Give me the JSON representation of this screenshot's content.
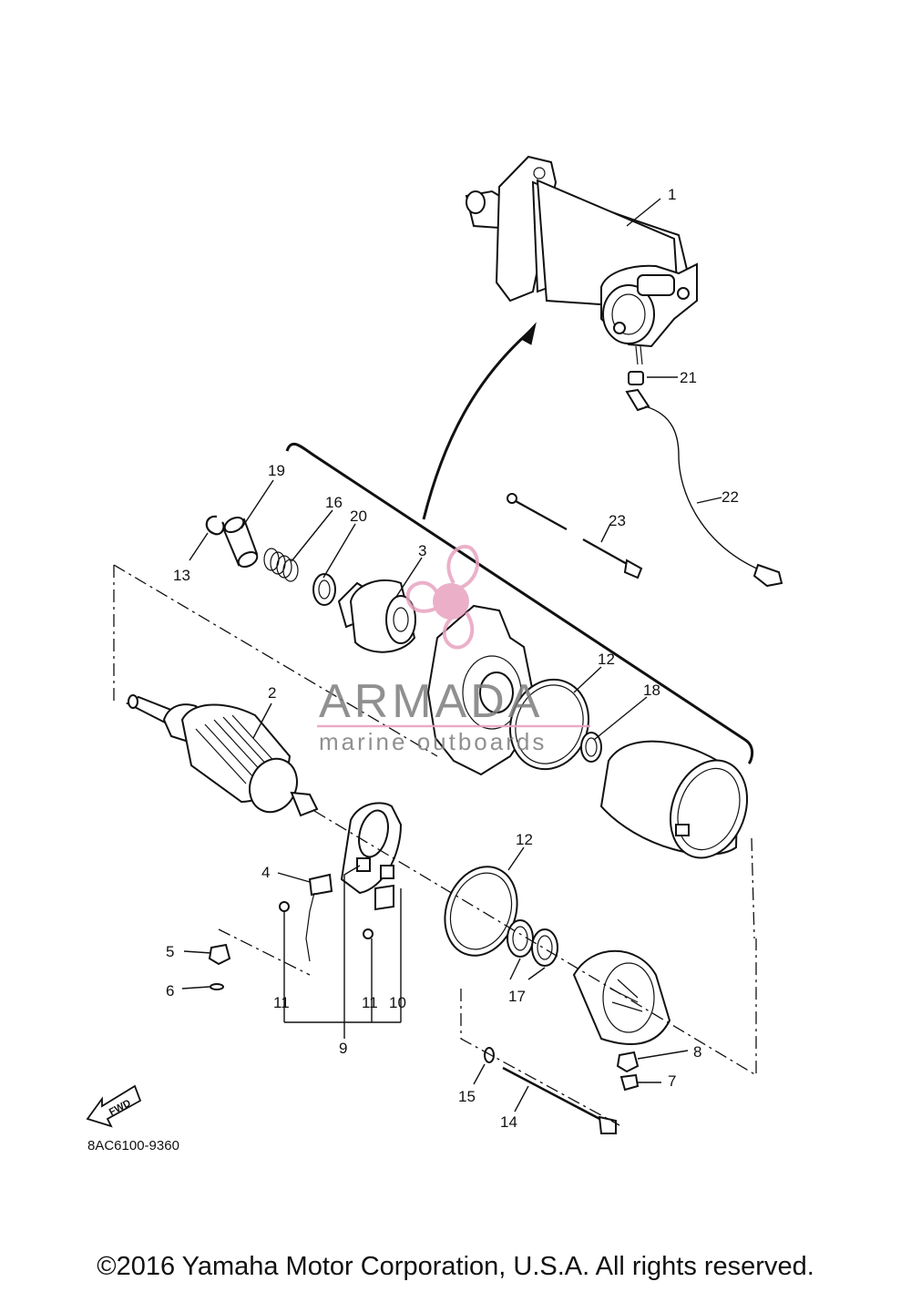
{
  "callouts": [
    {
      "id": "1",
      "text": "1"
    },
    {
      "id": "2",
      "text": "2"
    },
    {
      "id": "3",
      "text": "3"
    },
    {
      "id": "4",
      "text": "4"
    },
    {
      "id": "5",
      "text": "5"
    },
    {
      "id": "6",
      "text": "6"
    },
    {
      "id": "7",
      "text": "7"
    },
    {
      "id": "8",
      "text": "8"
    },
    {
      "id": "9",
      "text": "9"
    },
    {
      "id": "10",
      "text": "10"
    },
    {
      "id": "11a",
      "text": "11"
    },
    {
      "id": "11b",
      "text": "11"
    },
    {
      "id": "12a",
      "text": "12"
    },
    {
      "id": "12b",
      "text": "12"
    },
    {
      "id": "13",
      "text": "13"
    },
    {
      "id": "14",
      "text": "14"
    },
    {
      "id": "15",
      "text": "15"
    },
    {
      "id": "16",
      "text": "16"
    },
    {
      "id": "17",
      "text": "17"
    },
    {
      "id": "18",
      "text": "18"
    },
    {
      "id": "19",
      "text": "19"
    },
    {
      "id": "20",
      "text": "20"
    },
    {
      "id": "21",
      "text": "21"
    },
    {
      "id": "22",
      "text": "22"
    },
    {
      "id": "23",
      "text": "23"
    }
  ],
  "diagram_code": "8AC6100-9360",
  "fwd_label": "FWD",
  "watermark": {
    "brand": "ARMADA",
    "tagline": "marine outboards",
    "color": "#e8a3bf"
  },
  "copyright": "©2016 Yamaha Motor Corporation, U.S.A. All rights reserved."
}
